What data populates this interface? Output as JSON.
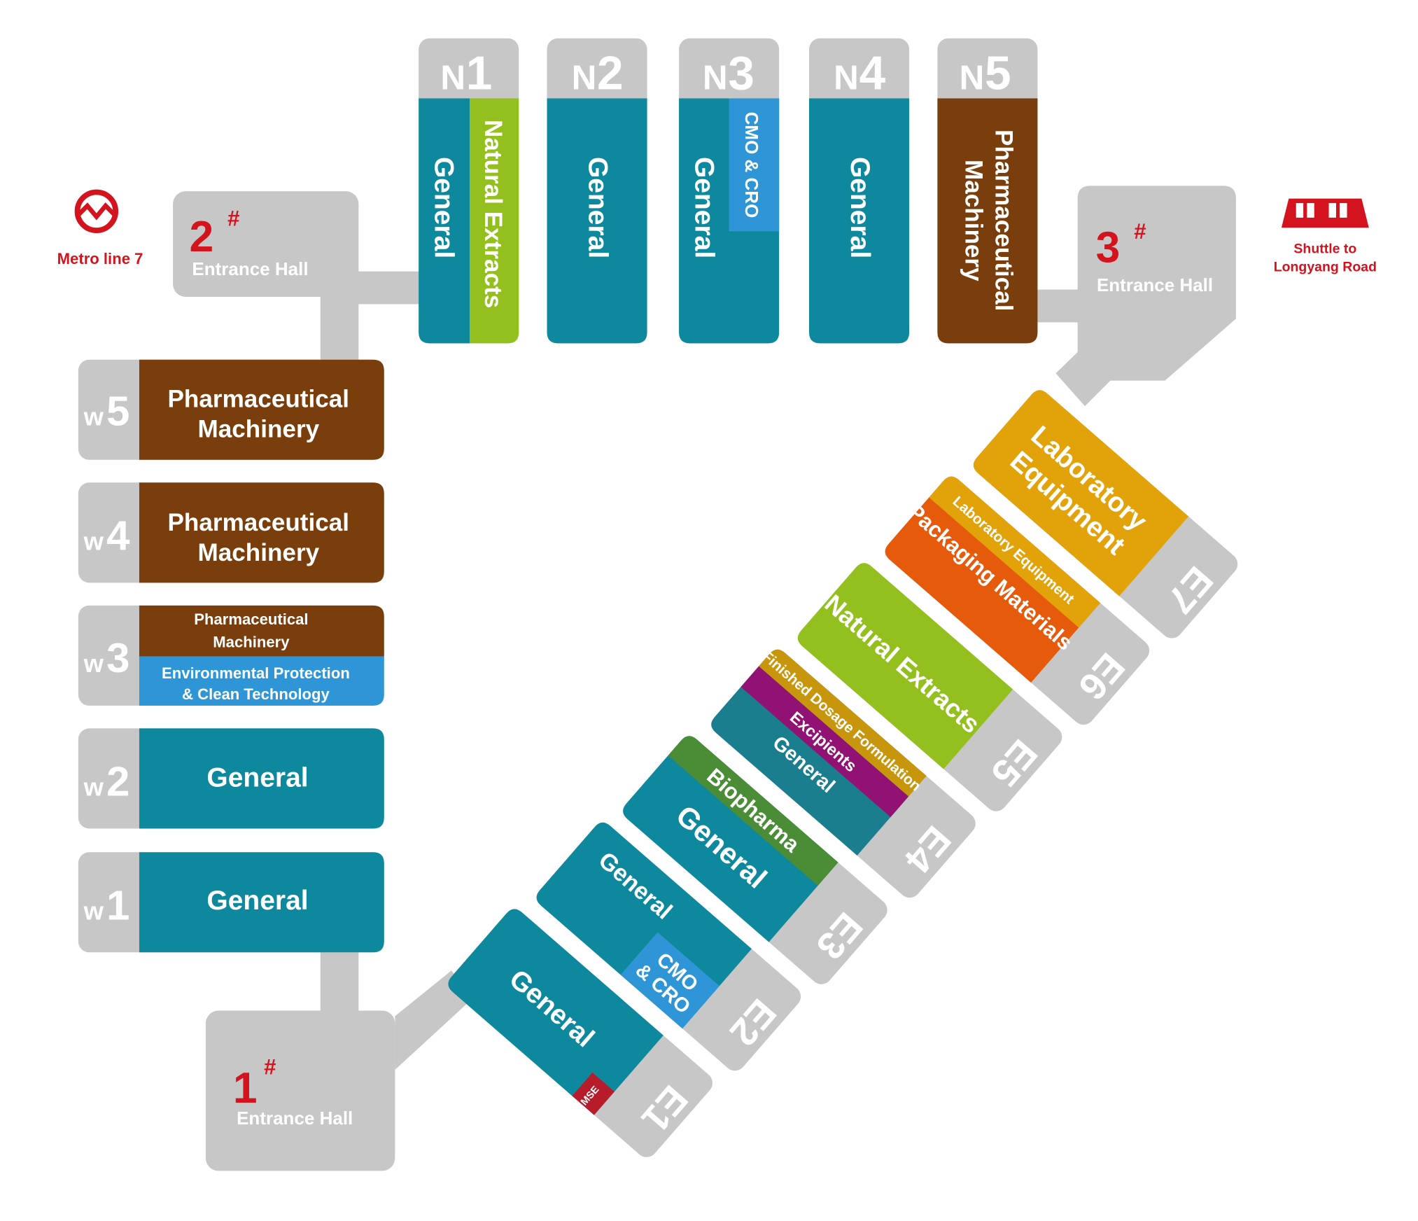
{
  "colors": {
    "grey": "#c8c7c7",
    "teal": "#0e889d",
    "brown": "#7a3e0c",
    "lime": "#93c01f",
    "blue": "#2e96d6",
    "orange": "#e55a0b",
    "gold": "#e2a20a",
    "purple": "#911273",
    "darkgreen": "#4a8d36",
    "gold2": "#c8960c",
    "red": "#d3141e",
    "darkteal": "#1a7e8f"
  },
  "entrances": {
    "e1": {
      "number": "1",
      "mark": "#",
      "label": "Entrance Hall"
    },
    "e2": {
      "number": "2",
      "mark": "#",
      "label": "Entrance Hall"
    },
    "e3": {
      "number": "3",
      "mark": "#",
      "label": "Entrance Hall"
    }
  },
  "transport": {
    "metro": {
      "icon": "metro-logo-icon",
      "label": "Metro line 7"
    },
    "shuttle": {
      "icon": "bus-icon",
      "line1": "Shuttle to",
      "line2": "Longyang Road"
    }
  },
  "north_halls": [
    {
      "id": "N1",
      "letter": "N",
      "digit": "1",
      "main": "General",
      "side": "Natural Extracts"
    },
    {
      "id": "N2",
      "letter": "N",
      "digit": "2",
      "main": "General"
    },
    {
      "id": "N3",
      "letter": "N",
      "digit": "3",
      "main": "General",
      "side": "CMO & CRO"
    },
    {
      "id": "N4",
      "letter": "N",
      "digit": "4",
      "main": "General"
    },
    {
      "id": "N5",
      "letter": "N",
      "digit": "5",
      "line1": "Pharmaceutical",
      "line2": "Machinery"
    }
  ],
  "west_halls": [
    {
      "id": "W5",
      "letter": "w",
      "digit": "5",
      "line1": "Pharmaceutical",
      "line2": "Machinery"
    },
    {
      "id": "W4",
      "letter": "w",
      "digit": "4",
      "line1": "Pharmaceutical",
      "line2": "Machinery"
    },
    {
      "id": "W3",
      "letter": "w",
      "digit": "3",
      "top1": "Pharmaceutical",
      "top2": "Machinery",
      "bottom1": "Environmental Protection",
      "bottom2": "& Clean Technology"
    },
    {
      "id": "W2",
      "letter": "w",
      "digit": "2",
      "label": "General"
    },
    {
      "id": "W1",
      "letter": "w",
      "digit": "1",
      "label": "General"
    }
  ],
  "east_halls": [
    {
      "id": "E1",
      "label": "E1",
      "sectors": [
        "General",
        "MSE"
      ]
    },
    {
      "id": "E2",
      "label": "E2",
      "sectors": [
        "General",
        "CMO",
        "& CRO"
      ]
    },
    {
      "id": "E3",
      "label": "E3",
      "sectors": [
        "Biopharma",
        "General"
      ]
    },
    {
      "id": "E4",
      "label": "E4",
      "sectors": [
        "Finished Dosage Formulation",
        "Excipients",
        "General"
      ]
    },
    {
      "id": "E5",
      "label": "E5",
      "sectors": [
        "Natural Extracts"
      ]
    },
    {
      "id": "E6",
      "label": "E6",
      "sectors": [
        "Laboratory Equipment",
        "Packaging Materials"
      ]
    },
    {
      "id": "E7",
      "label": "E7",
      "sectors": [
        "Laboratory",
        "Equipment"
      ]
    }
  ]
}
